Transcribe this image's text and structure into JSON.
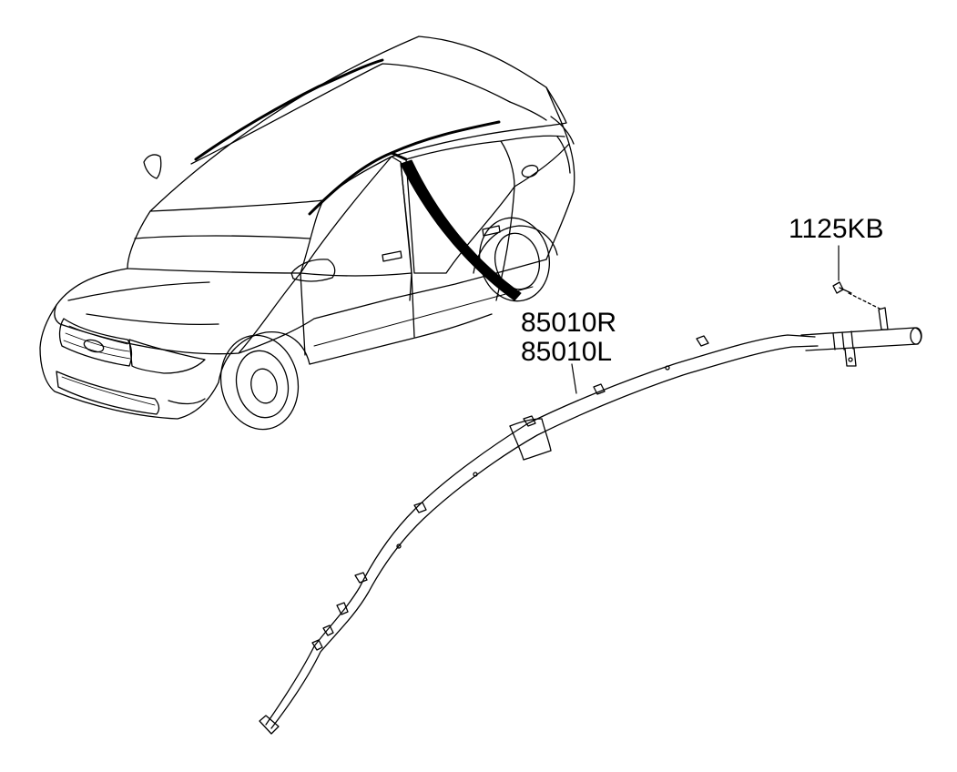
{
  "diagram": {
    "part_labels": [
      {
        "id": "bolt",
        "text": "1125KB"
      },
      {
        "id": "airbag-rh",
        "text": "85010R"
      },
      {
        "id": "airbag-lh",
        "text": "85010L"
      }
    ],
    "line_color": "#000000",
    "background": "#ffffff"
  }
}
